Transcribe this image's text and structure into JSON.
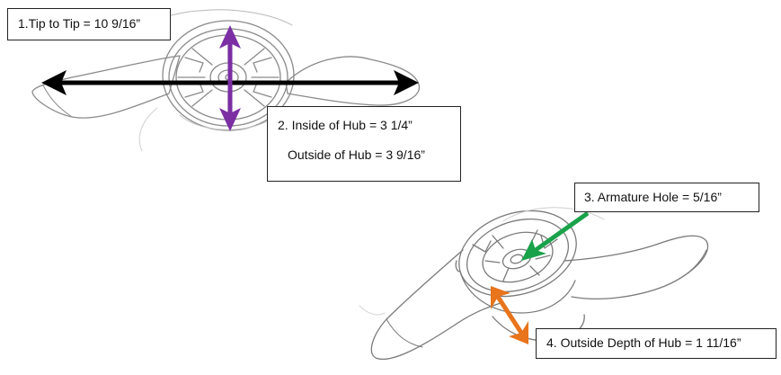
{
  "labels": {
    "tip_to_tip": "1.Tip to Tip = 10 9/16”",
    "inside_hub": "2. Inside of  Hub = 3 1/4”",
    "outside_hub": "Outside of Hub = 3 9/16”",
    "armature_hole": "3. Armature Hole = 5/16”",
    "outside_depth": "4. Outside Depth of Hub = 1 11/16”"
  },
  "colors": {
    "tip_arrow": "#000000",
    "hub_arrow": "#7b2fa3",
    "armature_arrow": "#1aa24b",
    "depth_arrow": "#e8741c",
    "sketch": "#8a8a8a"
  }
}
